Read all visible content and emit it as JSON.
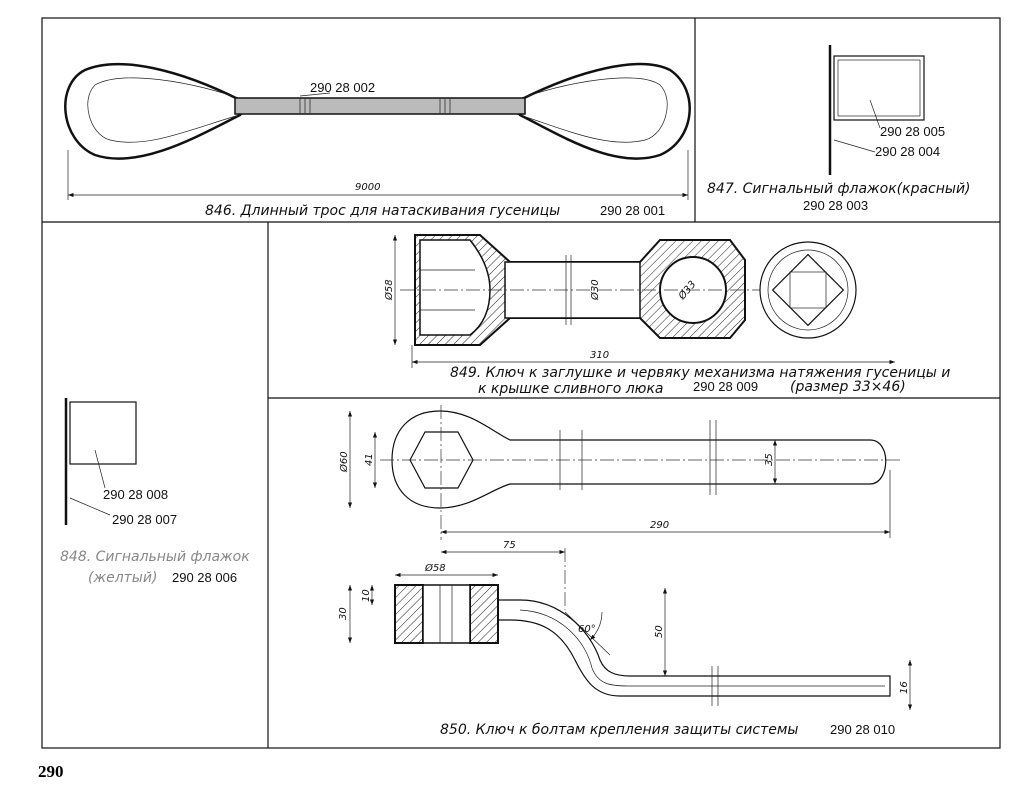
{
  "page_number": "290",
  "figures": {
    "f846": {
      "caption": "846. Длинный трос для натаскивания гусеницы",
      "part_no": "290 28 001",
      "callout": "290 28 002",
      "dim_length": "9000"
    },
    "f847": {
      "caption": "847. Сигнальный флажок(красный)",
      "part_no": "290 28 003",
      "callout_a": "290 28 005",
      "callout_b": "290 28 004"
    },
    "f848": {
      "caption_line1": "848. Сигнальный флажок",
      "caption_line2": "(желтый)",
      "part_no": "290 28 006",
      "callout_a": "290 28 008",
      "callout_b": "290 28 007"
    },
    "f849": {
      "caption_line1": "849. Ключ к заглушке и червяку механизма натяжения гусеницы и",
      "caption_line2": "к крышке сливного люка",
      "part_no": "290 28 009",
      "size_note": "(размер 33×46)",
      "dim_d58": "Ø58",
      "dim_d30": "Ø30",
      "dim_d33": "Ø33",
      "dim_length": "310"
    },
    "f850": {
      "caption": "850. Ключ к болтам крепления защиты системы",
      "part_no": "290 28 010",
      "dim_d60": "Ø60",
      "dim_41": "41",
      "dim_35": "35",
      "dim_290": "290",
      "dim_75": "75",
      "dim_d58": "Ø58",
      "dim_30": "30",
      "dim_10": "10",
      "dim_60deg": "60°",
      "dim_50": "50",
      "dim_16": "16"
    }
  }
}
